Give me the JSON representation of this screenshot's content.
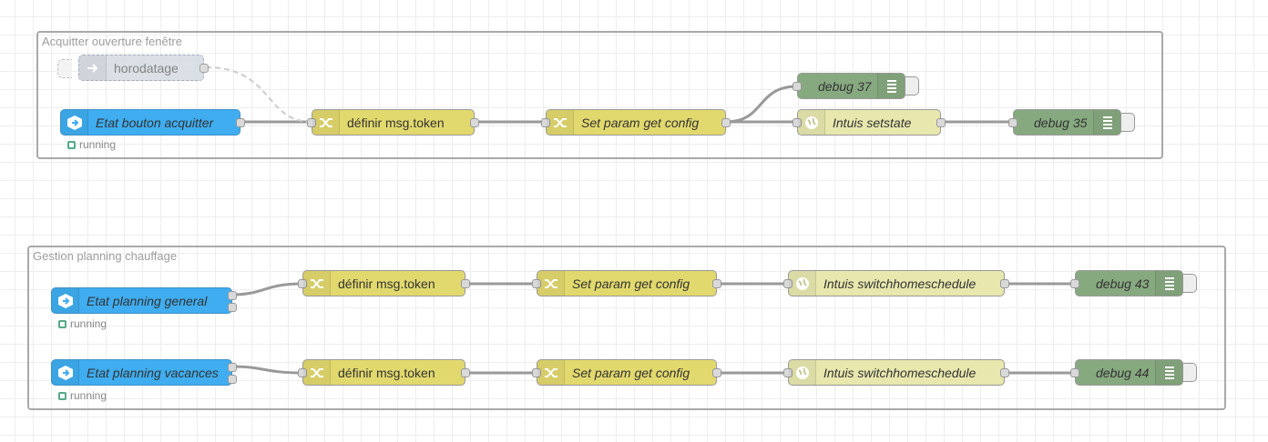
{
  "groups": {
    "acquitter": {
      "label": "Acquitter ouverture fenêtre"
    },
    "chauffage": {
      "label": "Gestion planning chauffage"
    }
  },
  "nodes": {
    "horodatage": {
      "label": "horodatage",
      "icon": "arrow-right-icon",
      "disabled": true
    },
    "etat_bouton": {
      "label": "Etat bouton acquitter",
      "icon": "inject-icon",
      "status": "running"
    },
    "def_token_1": {
      "label": "définir msg.token",
      "icon": "shuffle-icon"
    },
    "set_param_1": {
      "label": "Set param get config",
      "icon": "shuffle-icon"
    },
    "debug37": {
      "label": "debug 37",
      "icon": "list-icon"
    },
    "intuis_setstate": {
      "label": "Intuis setstate",
      "icon": "globe-icon"
    },
    "debug35": {
      "label": "debug 35",
      "icon": "list-icon"
    },
    "etat_general": {
      "label": "Etat planning general",
      "icon": "inject-icon",
      "status": "running"
    },
    "def_token_2": {
      "label": "définir msg.token",
      "icon": "shuffle-icon"
    },
    "set_param_2": {
      "label": "Set param get config",
      "icon": "shuffle-icon"
    },
    "intuis_switch_1": {
      "label": "Intuis switchhomeschedule",
      "icon": "globe-icon"
    },
    "debug43": {
      "label": "debug 43",
      "icon": "list-icon"
    },
    "etat_vacances": {
      "label": "Etat planning vacances",
      "icon": "inject-icon",
      "status": "running"
    },
    "def_token_3": {
      "label": "définir msg.token",
      "icon": "shuffle-icon"
    },
    "set_param_3": {
      "label": "Set param get config",
      "icon": "shuffle-icon"
    },
    "intuis_switch_2": {
      "label": "Intuis switchhomeschedule",
      "icon": "globe-icon"
    },
    "debug44": {
      "label": "debug 44",
      "icon": "list-icon"
    }
  },
  "colors": {
    "change": "#e2d96e",
    "inject": "#3fadf0",
    "debug": "#87a980",
    "http": "#e7e7ae",
    "status_ok": "#55aa88"
  }
}
